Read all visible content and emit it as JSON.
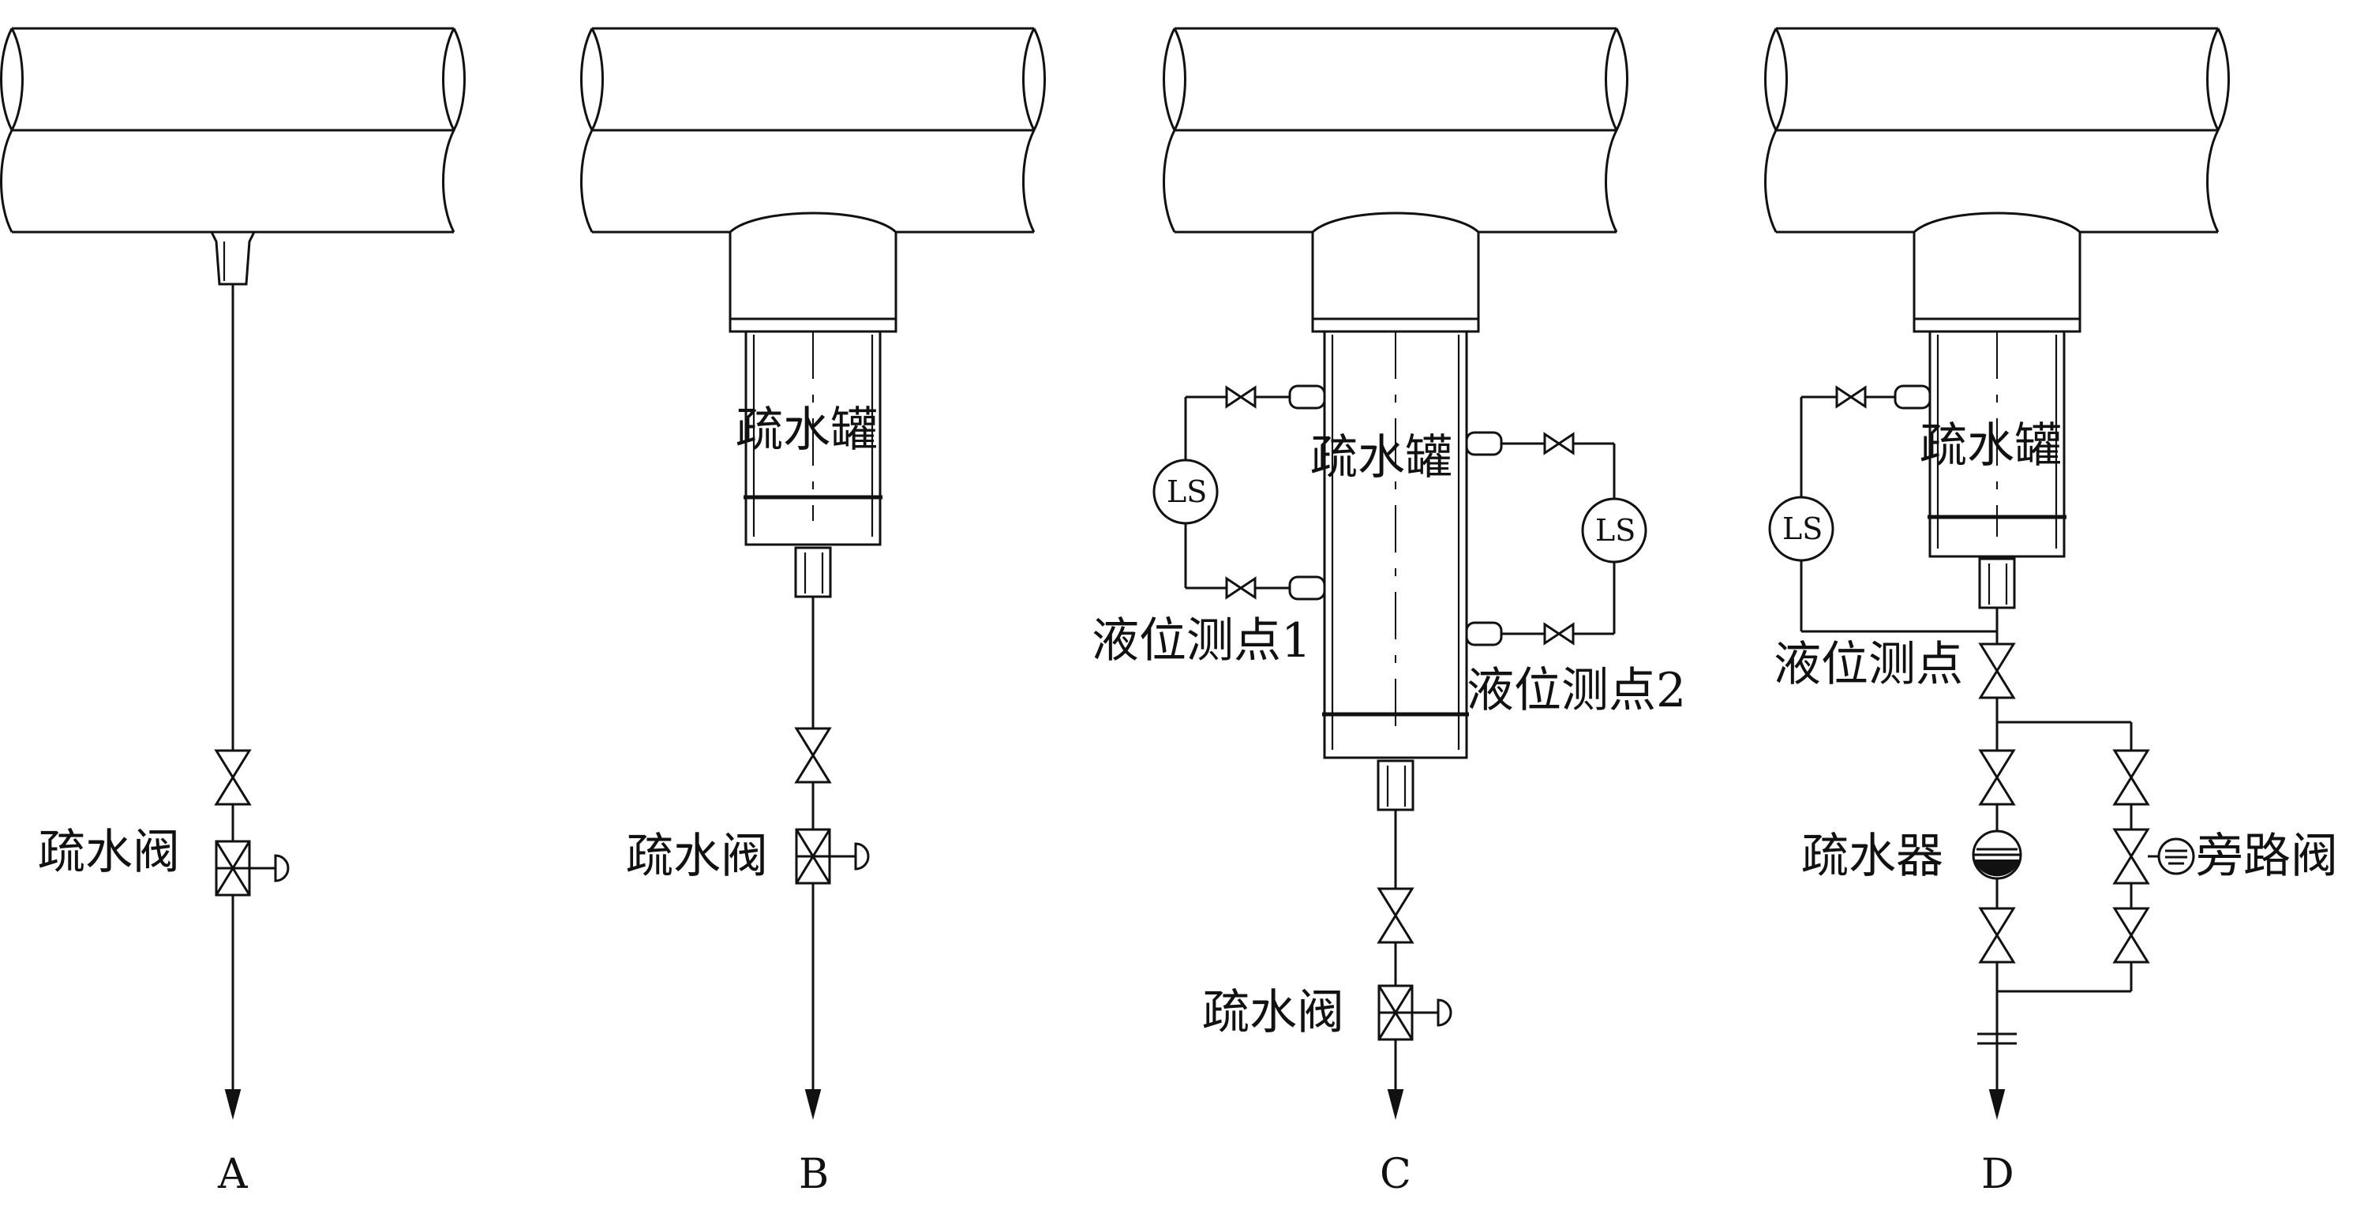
{
  "figure": {
    "panels": [
      {
        "id": "A",
        "caption": "A",
        "drain_valve_label": "疏水阀"
      },
      {
        "id": "B",
        "caption": "B",
        "tank_label": "疏水罐",
        "drain_valve_label": "疏水阀"
      },
      {
        "id": "C",
        "caption": "C",
        "tank_label": "疏水罐",
        "level_point_1": "液位测点1",
        "level_point_2": "液位测点2",
        "switch_1": "LS",
        "switch_2": "LS",
        "drain_valve_label": "疏水阀"
      },
      {
        "id": "D",
        "caption": "D",
        "tank_label": "疏水罐",
        "level_point": "液位测点",
        "switch": "LS",
        "trap_label": "疏水器",
        "bypass_label": "旁路阀"
      }
    ]
  }
}
